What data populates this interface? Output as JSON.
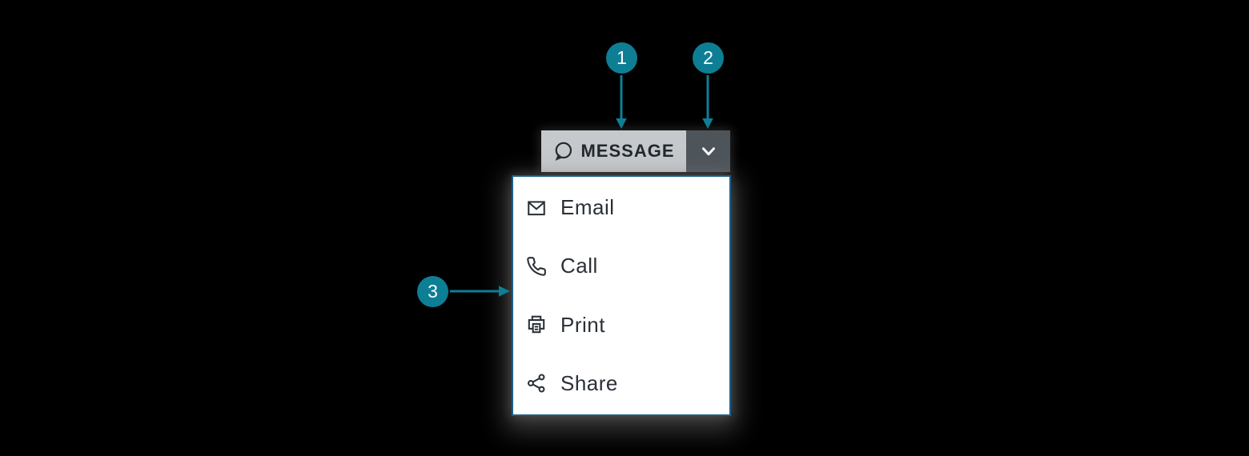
{
  "colors": {
    "background": "#000000",
    "accent_teal": "#0e7e94",
    "button_bg": "#c5c9cc",
    "toggle_bg": "#4d545a",
    "panel_border": "#1b5f87",
    "panel_bg": "#ffffff",
    "button_text": "#22282d",
    "menu_text": "#2a3037",
    "chevron_color": "#f4f6f7"
  },
  "split_button": {
    "label": "MESSAGE",
    "icon": "message-bubble-icon",
    "toggle_icon": "chevron-down-icon"
  },
  "menu": {
    "items": [
      {
        "label": "Email",
        "icon": "email-icon"
      },
      {
        "label": "Call",
        "icon": "phone-icon"
      },
      {
        "label": "Print",
        "icon": "printer-icon"
      },
      {
        "label": "Share",
        "icon": "share-icon"
      }
    ]
  },
  "callouts": [
    {
      "number": "1",
      "points_to": "message-button"
    },
    {
      "number": "2",
      "points_to": "dropdown-toggle"
    },
    {
      "number": "3",
      "points_to": "dropdown-menu"
    }
  ]
}
